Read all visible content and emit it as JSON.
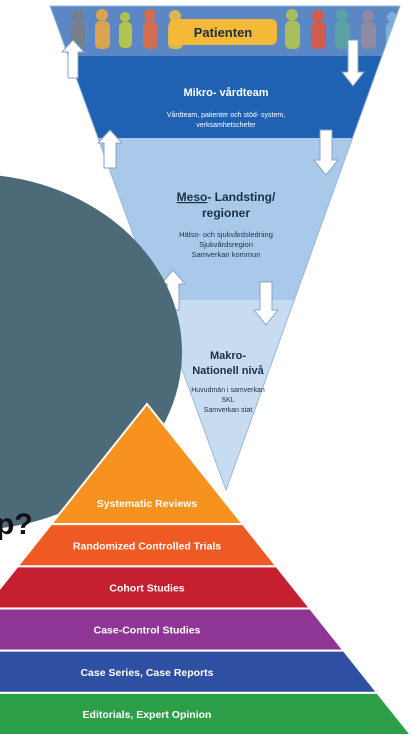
{
  "triangle": {
    "top_label": "Patienten",
    "micro": {
      "title": "Mikro- vårdteam",
      "line1": "Vårdteam, patienter och stöd- system,",
      "line2": "verksamhetschefer"
    },
    "meso": {
      "title_a": "Meso",
      "title_b": "- Landsting/",
      "title_c": "regioner",
      "line1": "Hälso- och sjukvårdsledning",
      "line2": "Sjukvårdsregion",
      "line3": "Samverkan kommun"
    },
    "macro": {
      "title_a": "Makro-",
      "title_b": "Nationell nivå",
      "line1": "Huvudmän i samverkan",
      "line2": "SKL",
      "line3": "Samverkan stat"
    },
    "colors": {
      "top_band": "#5b87c4",
      "micro": "#1f62b3",
      "meso": "#a9c9ea",
      "macro": "#c7dcf1"
    }
  },
  "overlay_text": "p?",
  "pyramid": {
    "levels": [
      {
        "label": "Systematic Reviews",
        "color": "#f7921e"
      },
      {
        "label": "Randomized Controlled Trials",
        "color": "#ef5a24"
      },
      {
        "label": "Cohort Studies",
        "color": "#c5202f"
      },
      {
        "label": "Case-Control Studies",
        "color": "#8e3596"
      },
      {
        "label": "Case Series, Case Reports",
        "color": "#2f4fa3"
      },
      {
        "label": "Editorials, Expert Opinion",
        "color": "#2e9f49"
      }
    ]
  },
  "colors": {
    "ellipse": "#4d6a78"
  }
}
